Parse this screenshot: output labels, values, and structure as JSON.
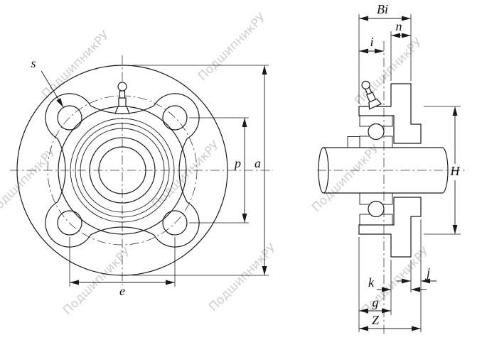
{
  "drawing": {
    "watermark_text": "ПодшипникРУ",
    "front_view": {
      "s": "s",
      "e": "e",
      "p": "p",
      "a": "a"
    },
    "section_view": {
      "Bi": "Bi",
      "n": "n",
      "i": "i",
      "H": "H",
      "k": "k",
      "j": "j",
      "g": "g",
      "Z": "Z"
    },
    "colors": {
      "line": "#1a1a1a",
      "centerline": "#3a3a3a",
      "watermark": "#c7c7c7",
      "background": "#ffffff"
    }
  }
}
